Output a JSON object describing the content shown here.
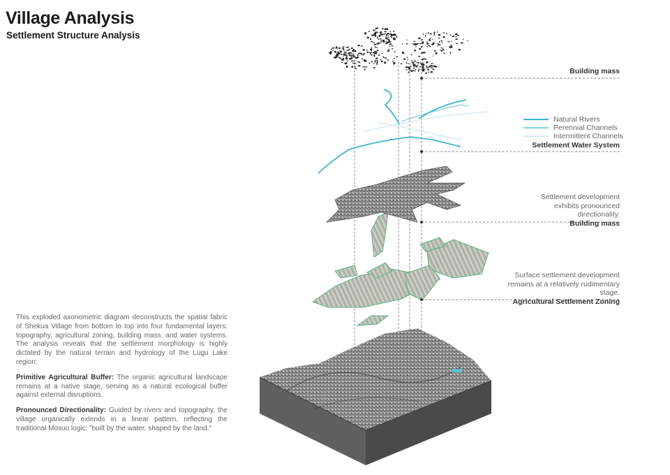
{
  "header": {
    "title": "Village Analysis",
    "subtitle": "Settlement Structure Analysis"
  },
  "layers": [
    {
      "title": "Building mass"
    },
    {
      "title": "Settlement Water System"
    },
    {
      "note": "Settlement development exhibits pronounced directionality.",
      "title": "Building mass"
    },
    {
      "note": "Surface settlement development remains at a relatively rudimentary stage.",
      "title": "Agricultural Settlement Zoning"
    }
  ],
  "legend": {
    "items": [
      {
        "label": "Natural Rivers",
        "color": "#3fb3cf"
      },
      {
        "label": "Perennial Channels",
        "color": "#86cfdf"
      },
      {
        "label": "Intermittent Channels",
        "color": "#cde9ef"
      }
    ]
  },
  "description": {
    "intro": "This exploded axonometric diagram deconstructs the spatial fabric of Shekua Village from bottom to top into four fundamental layers: topography, agricultural zoning, building mass, and water systems. The analysis reveals that the settlement morphology is highly dictated by the natural terrain and hydrology of the Lugu Lake region:",
    "points": [
      {
        "heading": "Primitive Agricultural Buffer:",
        "text": "The organic agricultural landscape remains at a native stage, serving as a natural ecological buffer against external disruptions."
      },
      {
        "heading": "Pronounced Directionality:",
        "text": "Guided by rivers and topography, the village organically extends in a linear pattern, reflecting the traditional Mosuo logic: \"built by the water, shaped by the land.\""
      }
    ]
  },
  "colors": {
    "zoning_fill": "#b9c4b5",
    "zoning_stroke": "#5fae7e",
    "terrain_top": "#8a8a8a",
    "terrain_side": "#5f5f5f"
  }
}
